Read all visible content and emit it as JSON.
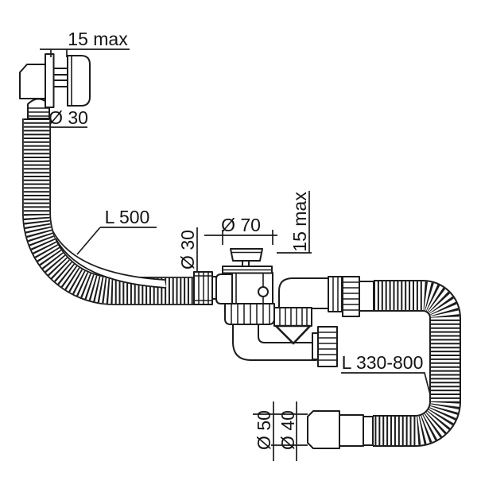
{
  "diagram": {
    "description": "Technical line drawing of a bath waste, overflow and drain kit with flexible corrugated hoses and dimension annotations",
    "dimensions": {
      "overflow_wall_thickness_max": "15 max",
      "overflow_pipe_diameter": "Ø 30",
      "overflow_hose_length": "L 500",
      "drain_flange_diameter": "Ø 70",
      "drain_hose_diameter": "Ø 30",
      "drain_wall_thickness_max": "15 max",
      "outlet_hose_length": "L 330-800",
      "outlet_outer_diameter": "Ø 50",
      "outlet_inner_diameter": "Ø 40"
    },
    "colors": {
      "line": "#1c1c1c",
      "background": "#ffffff",
      "text": "#151515"
    }
  }
}
